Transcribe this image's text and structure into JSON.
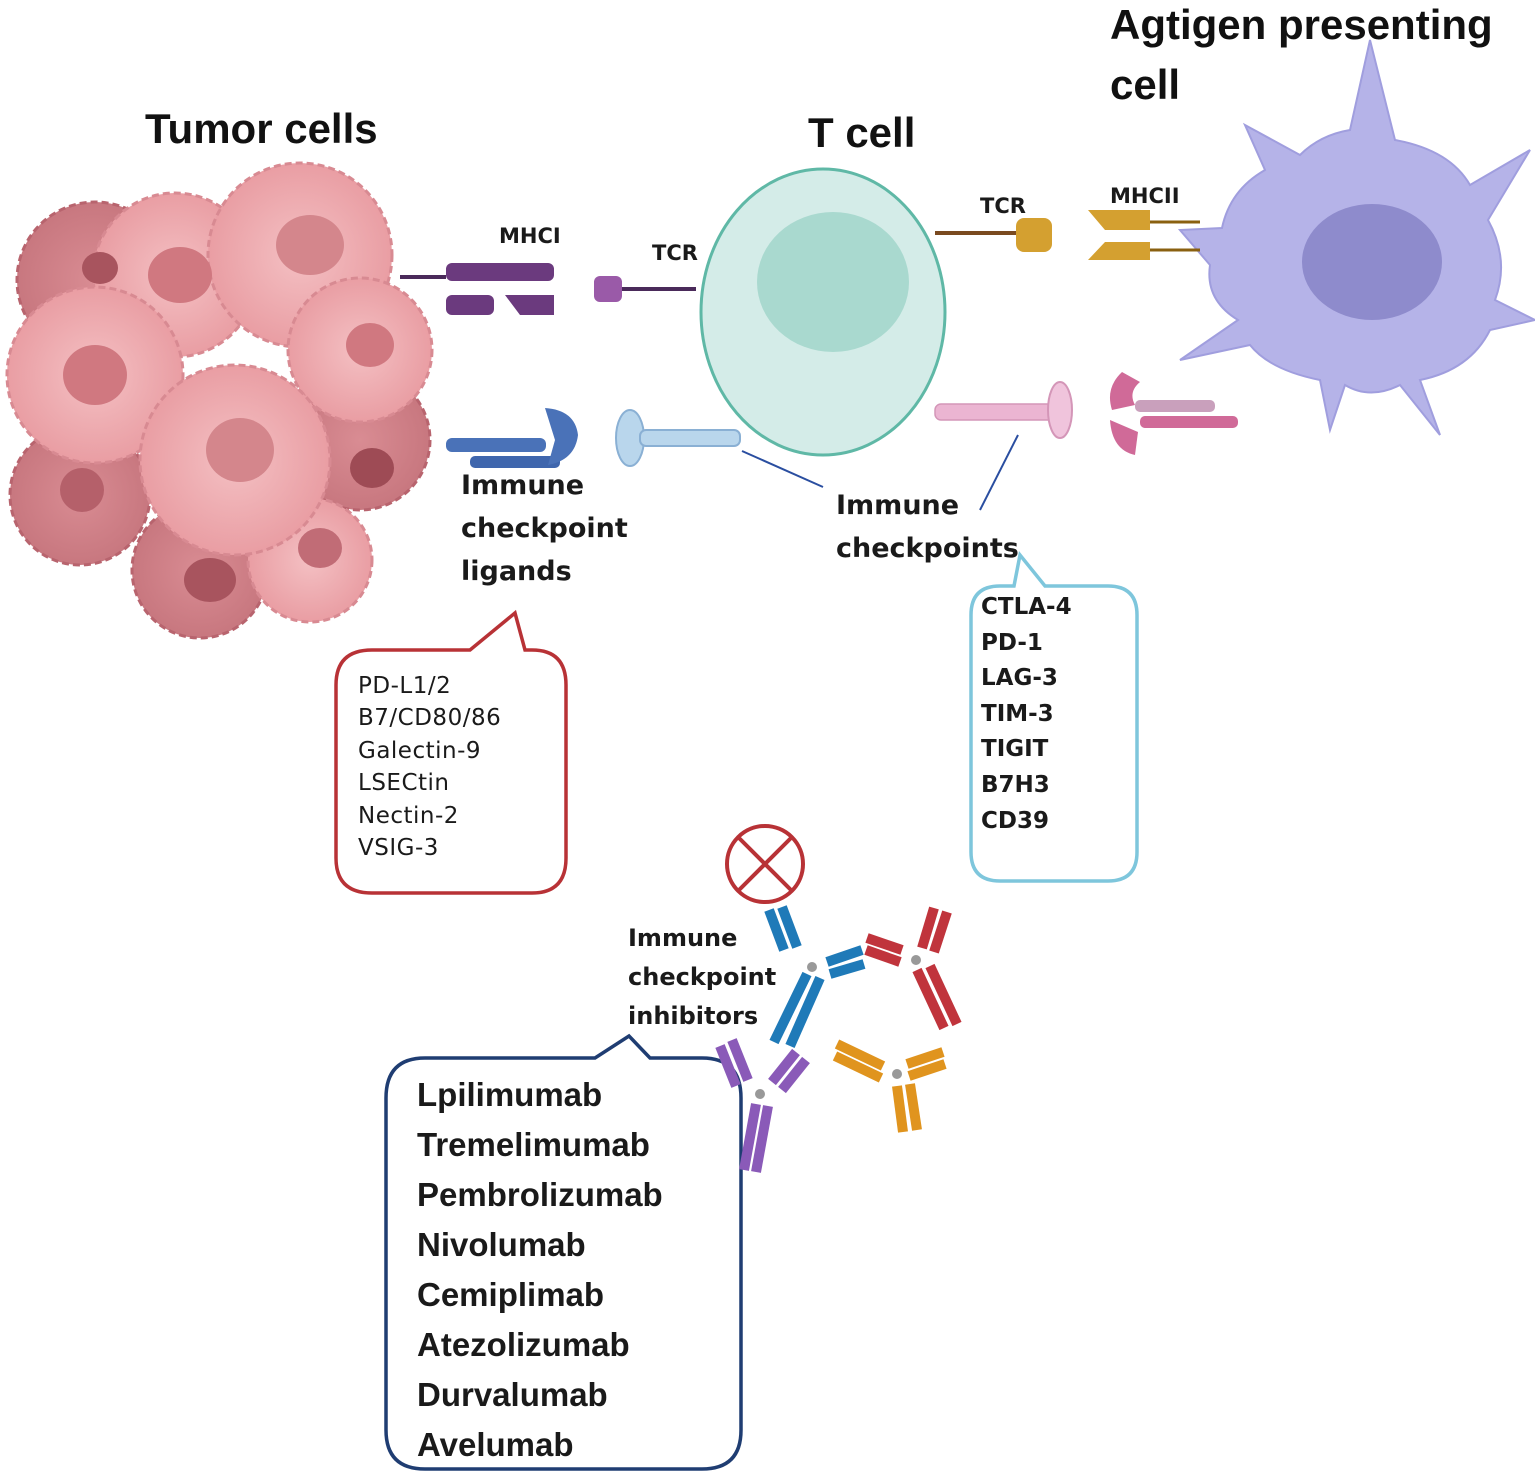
{
  "titles": {
    "tumor": "Tumor  cells",
    "tcell": "T cell",
    "apc_line1": "Agtigen presenting",
    "apc_line2": "cell"
  },
  "molecules": {
    "mhc1": "MHCI",
    "tcr_left": "TCR",
    "tcr_right": "TCR",
    "mhc2": "MHCII"
  },
  "captions": {
    "ligands": [
      "Immune",
      "checkpoint",
      "ligands"
    ],
    "checkpoints": [
      "Immune",
      "checkpoints"
    ],
    "inhibitors": [
      "Immune",
      "checkpoint",
      "inhibitors"
    ]
  },
  "ligand_list": [
    "PD-L1/2",
    "B7/CD80/86",
    "Galectin-9",
    "LSECtin",
    "Nectin-2",
    "VSIG-3"
  ],
  "checkpoint_list": [
    "CTLA-4",
    "PD-1",
    "LAG-3",
    "TIM-3",
    "TIGIT",
    "B7H3",
    "CD39"
  ],
  "inhibitor_list": [
    "Lpilimumab",
    "Tremelimumab",
    "Pembrolizumab",
    "Nivolumab",
    "Cemiplimab",
    "Atezolizumab",
    "Durvalumab",
    "Avelumab"
  ],
  "colors": {
    "tumor": "#e9a3a8",
    "tumor_dark": "#c9707a",
    "tcell": "#d4ece8",
    "tcell_border": "#5fb8a6",
    "apc": "#b5b3e8",
    "apc_nucleus": "#8e8bcc",
    "mhc1": "#6b3a7e",
    "ligand": "#4a72b8",
    "mhc2": "#d4a030",
    "pink_receptor": "#e0a8c8",
    "red_box": "#b83236",
    "cyan_box": "#7ec6dc",
    "navy_box": "#1f3d72"
  },
  "icons": [
    "inhibition-circle-x-icon",
    "antibody-icon"
  ]
}
